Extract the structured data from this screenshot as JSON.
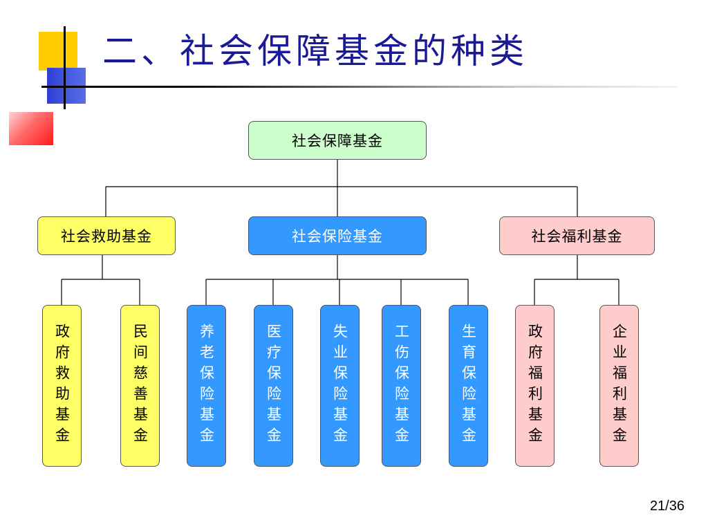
{
  "title": "二、社会保障基金的种类",
  "page_number": "21/36",
  "colors": {
    "title": "#1a1a99",
    "root": "#ccffcc",
    "assistance": "#ffff66",
    "insurance": "#3399ff",
    "welfare": "#ffcccc"
  },
  "root": "社会保障基金",
  "categories": [
    {
      "label": "社会救助基金",
      "children": [
        "政府救助基金",
        "民间慈善基金"
      ]
    },
    {
      "label": "社会保险基金",
      "children": [
        "养老保险基金",
        "医疗保险基金",
        "失业保险基金",
        "工伤保险基金",
        "生育保险基金"
      ]
    },
    {
      "label": "社会福利基金",
      "children": [
        "政府福利基金",
        "企业福利基金"
      ]
    }
  ]
}
